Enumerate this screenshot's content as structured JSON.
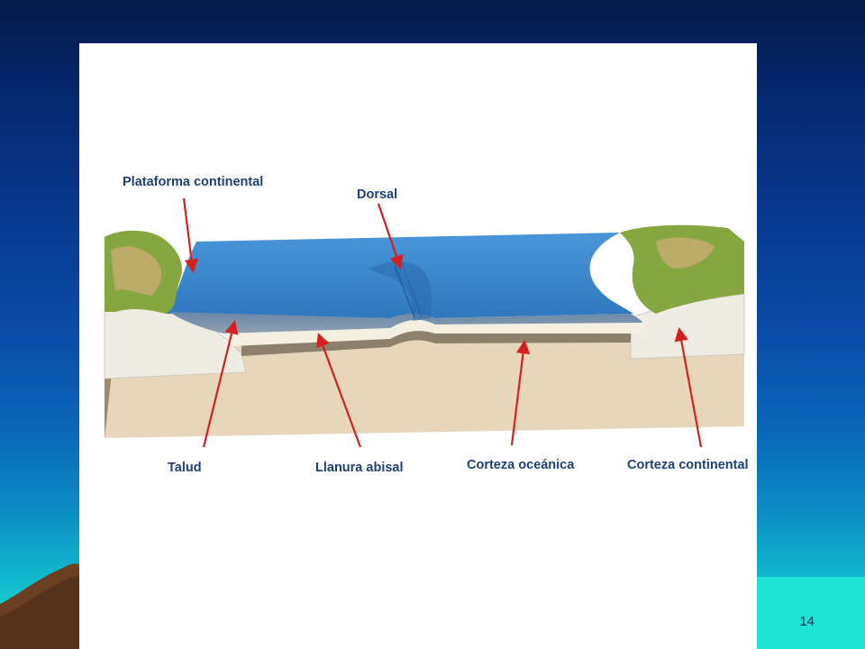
{
  "diagram": {
    "labels": {
      "plataforma": "Plataforma continental",
      "dorsal": "Dorsal",
      "talud": "Talud",
      "llanura": "Llanura abisal",
      "corteza_oceanica": "Corteza oceánica",
      "corteza_continental": "Corteza continental"
    },
    "colors": {
      "ocean": "#3a86cf",
      "ocean_deep": "#2a6aac",
      "crust_continental": "#eeeae0",
      "crust_oceanic": "#8c7f6b",
      "mantle": "#e8d8bd",
      "arrow": "#d42020",
      "label": "#1f3f78",
      "land": "#7fa33c"
    }
  },
  "slide": {
    "page_number": "14"
  }
}
